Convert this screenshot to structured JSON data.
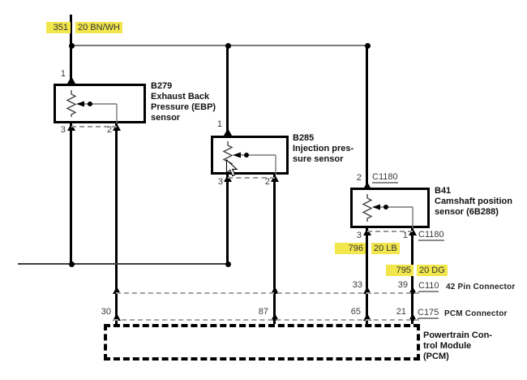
{
  "colors": {
    "highlight": "#f2e64d",
    "wire": "#000000",
    "bus_gray": "#7a7a7a"
  },
  "power": {
    "circuit": "351",
    "wire_spec": "20 BN/WH"
  },
  "sensors": {
    "b279": {
      "id": "B279",
      "line1": "Exhaust Back",
      "line2": "Pressure (EBP)",
      "line3": "sensor",
      "pin_top": "1",
      "pin_bl": "3",
      "pin_br": "2"
    },
    "b285": {
      "id": "B285",
      "line1": "Injection pres-",
      "line2": "sure sensor",
      "pin_top": "1",
      "pin_bl": "3",
      "pin_br": "2"
    },
    "b41": {
      "id": "B41",
      "line1": "Camshaft position",
      "line2": "sensor (6B288)",
      "pin_top": "2",
      "conn_top": "C1180",
      "pin_bl": "3",
      "pin_br": "1",
      "conn_bottom": "C1180"
    }
  },
  "wires": {
    "w796": {
      "circuit": "796",
      "spec": "20 LB"
    },
    "w795": {
      "circuit": "795",
      "spec": "20 DG"
    }
  },
  "rows": {
    "c110": {
      "pin_left": "33",
      "pin_right": "39",
      "connector": "C110",
      "label": "42 Pin Connector"
    },
    "c175": {
      "pin_30": "30",
      "pin_87": "87",
      "pin_65": "65",
      "pin_21": "21",
      "connector": "C175",
      "label": "PCM Connector"
    }
  },
  "pcm": {
    "line1": "Powertrain Con-",
    "line2": "trol Module",
    "line3": "(PCM)"
  }
}
